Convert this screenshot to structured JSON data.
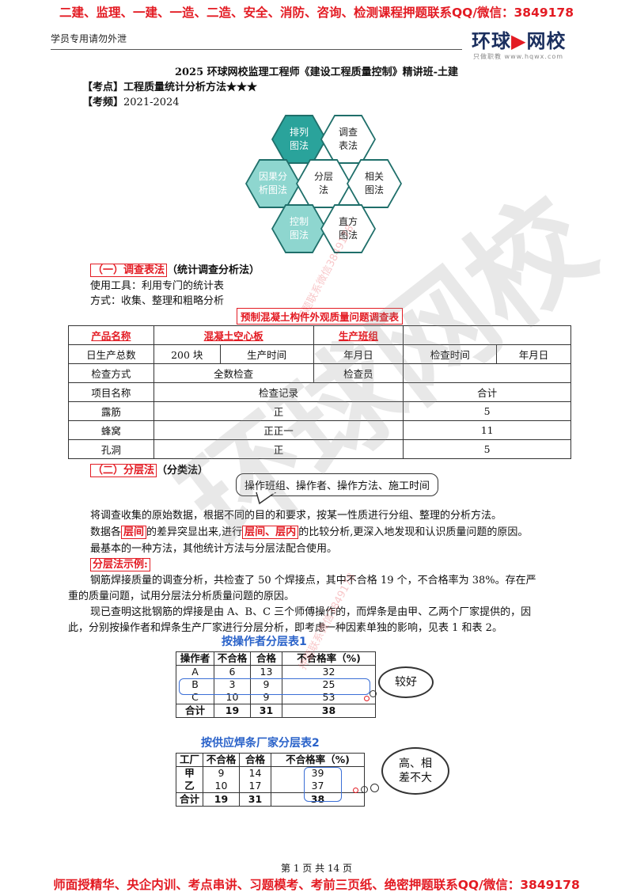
{
  "banner_top": "二建、监理、一建、一造、二造、安全、消防、咨询、检测课程押题联系QQ/微信：3849178",
  "header": {
    "left": "学员专用请勿外泄",
    "logo_a": "环球",
    "logo_b": "网校",
    "logo_sub": "只做职教 www.hqwx.com"
  },
  "title": "2025 环球网校监理工程师《建设工程质量控制》精讲班-土建",
  "kaodian": {
    "tag": "【考点】",
    "text": "工程质量统计分析方法★★★"
  },
  "kaopin": {
    "tag": "【考频】",
    "text": "2021-2024"
  },
  "hexagons": [
    {
      "label": "排列\n图法"
    },
    {
      "label": "调查\n表法"
    },
    {
      "label": "因果分\n析图法"
    },
    {
      "label": "分层\n法"
    },
    {
      "label": "相关\n图法"
    },
    {
      "label": "控制\n图法"
    },
    {
      "label": "直方\n图法"
    }
  ],
  "section1": {
    "heading": "（一）调查表法",
    "heading_sub": "（统计调查分析法）",
    "tool": "使用工具：利用专门的统计表",
    "method": "方式：收集、整理和粗略分析"
  },
  "table1": {
    "caption": "预制混凝土构件外观质量问题调查表",
    "r1": [
      "产品名称",
      "混凝土空心板",
      "生产班组",
      ""
    ],
    "r2": [
      "日生产总数",
      "200 块",
      "生产时间",
      "年月日",
      "检查时间",
      "年月日"
    ],
    "r3": [
      "检查方式",
      "全数检查",
      "检查员",
      ""
    ],
    "r4": [
      "项目名称",
      "检查记录",
      "合计"
    ],
    "rows": [
      {
        "name": "露筋",
        "record": "正",
        "total": "5"
      },
      {
        "name": "蜂窝",
        "record": "正正一",
        "total": "11"
      },
      {
        "name": "孔洞",
        "record": "正",
        "total": "5"
      }
    ]
  },
  "section2": {
    "heading": "（二）分层法",
    "heading_sub": "（分类法）",
    "bubble": "操作班组、操作者、操作方法、施工时间",
    "p1": "将调查收集的原始数据，根据不同的目的和要求，按某一性质进行分组、整理的分析方法。",
    "p2a": "数据各",
    "p2b": "层间",
    "p2c": "的差异突显出来,进行",
    "p2d": "层间、层内",
    "p2e": "的比较分析,更深入地发现和认识质量问题的原因。",
    "p3": "最基本的一种方法，其他统计方法与分层法配合使用。",
    "example_heading": "分层法示例:",
    "e1a": "钢筋焊接质量的调查分析，共检查了 50 个焊接点，其中不合格 19 个，不合格率为 38%。存在严",
    "e1b": "重的质量问题，试用分层法分析质量问题的原因。",
    "e2a": "现已查明这批钢筋的焊接是由 A、B、C 三个师傅操作的，而焊条是由甲、乙两个厂家提供的，因",
    "e2b": "此，分别按操作者和焊条生产厂家进行分层分析，即考虑一种因素单独的影响，见表 1 和表 2。"
  },
  "table_op": {
    "title": "按操作者分层表1",
    "headers": [
      "操作者",
      "不合格",
      "合格",
      "不合格率（%)"
    ],
    "rows": [
      [
        "A",
        "6",
        "13",
        "32"
      ],
      [
        "B",
        "3",
        "9",
        "25"
      ],
      [
        "C",
        "10",
        "9",
        "53"
      ]
    ],
    "total": [
      "合计",
      "19",
      "31",
      "38"
    ],
    "note": "较好"
  },
  "table_sup": {
    "title": "按供应焊条厂家分层表2",
    "headers": [
      "工厂",
      "不合格",
      "合格",
      "不合格率（%)"
    ],
    "rows": [
      [
        "甲",
        "9",
        "14",
        "39"
      ],
      [
        "乙",
        "10",
        "17",
        "37"
      ]
    ],
    "total": [
      "合计",
      "19",
      "31",
      "38"
    ],
    "note": "高、相\n差不大"
  },
  "footer": "第 1 页 共 14 页",
  "banner_bottom": "师面授精华、央企内训、考点串讲、习题模考、考前三页纸、绝密押题联系QQ/微信：3849178",
  "watermark": {
    "big": "环球网校",
    "small": "押题联系微信3849178"
  },
  "colors": {
    "accent": "#e31b23",
    "hex_dark": "#2aa39b",
    "hex_light": "#8ed6cf",
    "blue": "#2a62c9"
  }
}
